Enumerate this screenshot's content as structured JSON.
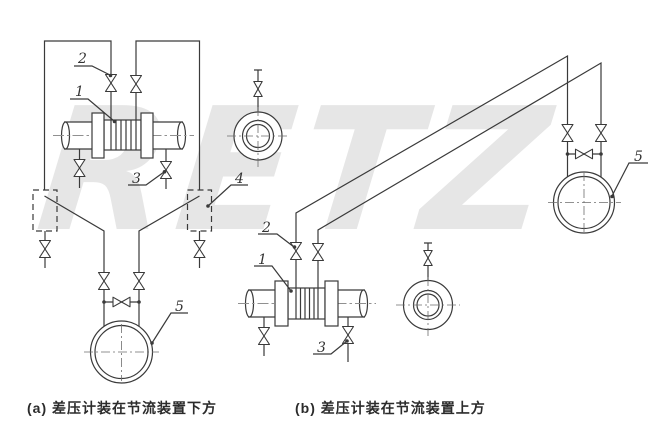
{
  "figure": {
    "watermark": "RETZ",
    "captions": {
      "a": "(a) 差压计装在节流装置下方",
      "b": "(b) 差压计装在节流装置上方"
    },
    "labels_a": {
      "n1": "1",
      "n2": "2",
      "n3": "3",
      "n4": "4",
      "n5": "5"
    },
    "labels_b": {
      "n1": "1",
      "n2": "2",
      "n3": "3",
      "n5": "5"
    },
    "colors": {
      "line": "#3a3a3a",
      "centerline": "#909090",
      "watermark": "#e6e6e6",
      "background": "#ffffff"
    }
  }
}
